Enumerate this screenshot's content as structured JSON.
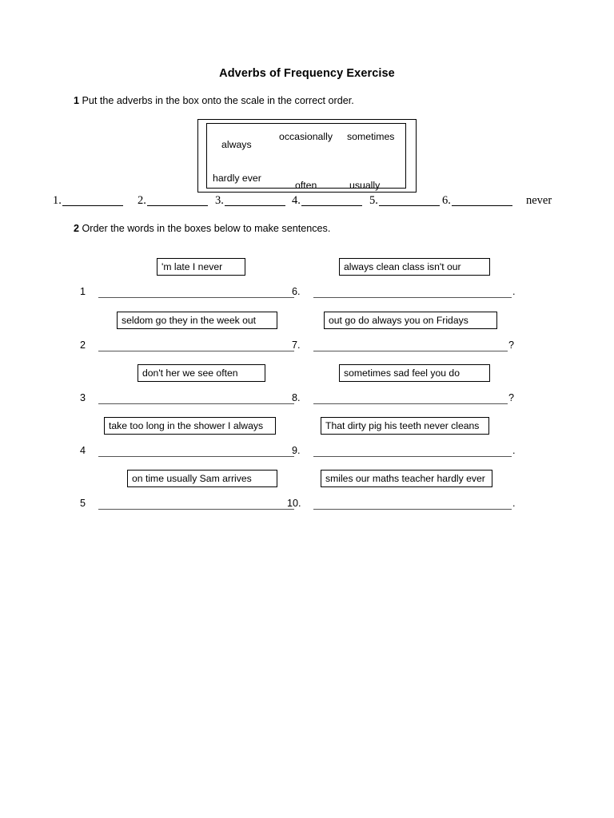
{
  "document": {
    "title": "Adverbs of Frequency Exercise"
  },
  "exercise1": {
    "number": "1",
    "instruction": "Put the adverbs in the box onto the scale in the correct order.",
    "adverb_box": {
      "words": [
        "always",
        "occasionally",
        "sometimes",
        "hardly ever",
        "often",
        "usually"
      ]
    },
    "scale": {
      "slots": [
        "1.",
        "2.",
        "3.",
        "4.",
        "5.",
        "6."
      ],
      "end_label": "never"
    }
  },
  "exercise2": {
    "number": "2",
    "instruction": "Order the words in the boxes below to make sentences.",
    "items": [
      {
        "index": "1",
        "words": "'m  late  I  never",
        "end_punctuation": ""
      },
      {
        "index": "2",
        "words": "seldom  go  they  in the week  out",
        "end_punctuation": ""
      },
      {
        "index": "3",
        "words": "don't  her  we  see  often",
        "end_punctuation": ""
      },
      {
        "index": "4",
        "words": "take  too long  in the  shower  I  always",
        "end_punctuation": ""
      },
      {
        "index": "5",
        "words": "on time  usually  Sam  arrives",
        "end_punctuation": ""
      },
      {
        "index": "6.",
        "words": "always  clean  class  isn't  our",
        "end_punctuation": "."
      },
      {
        "index": "7.",
        "words": "out  go  do  always  you  on Fridays",
        "end_punctuation": "?"
      },
      {
        "index": "8.",
        "words": "sometimes  sad  feel  you  do",
        "end_punctuation": "?"
      },
      {
        "index": "9.",
        "words": "That dirty pig  his teeth  never  cleans",
        "end_punctuation": "."
      },
      {
        "index": "10.",
        "words": "smiles  our maths teacher  hardly ever",
        "end_punctuation": "."
      }
    ]
  }
}
